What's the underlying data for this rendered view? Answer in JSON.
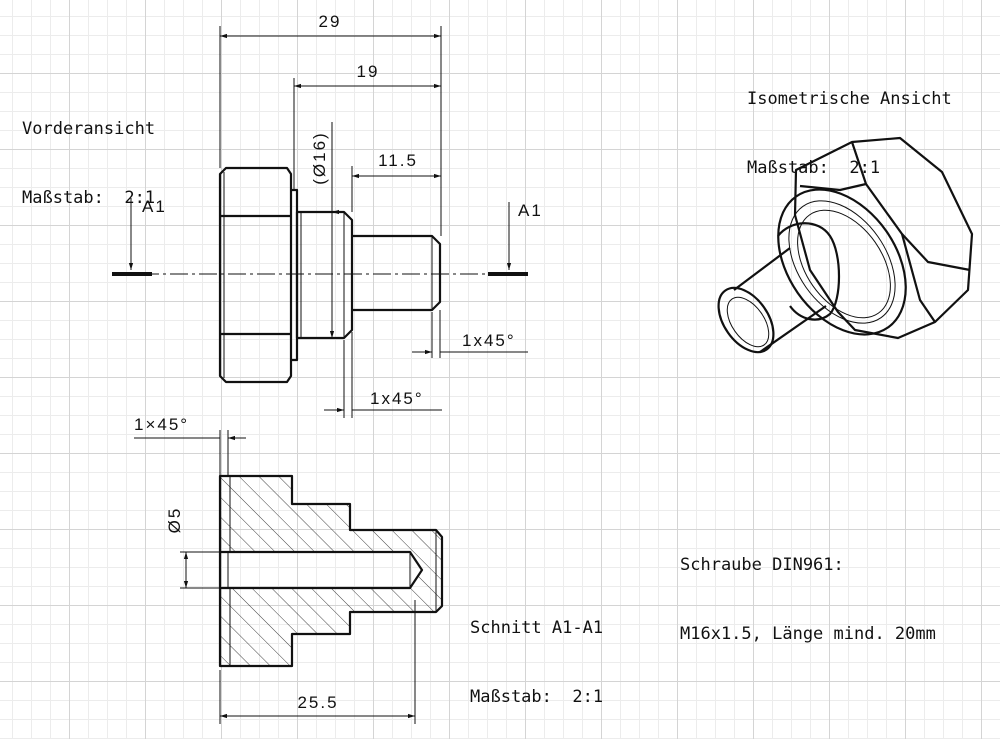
{
  "views": {
    "front": {
      "title": "Vorderansicht",
      "scale": "Maßstab:  2:1"
    },
    "iso": {
      "title": "Isometrische Ansicht",
      "scale": "Maßstab:  2:1"
    },
    "section": {
      "title": "Schnitt A1-A1",
      "scale": "Maßstab:  2:1"
    }
  },
  "note": {
    "line1": "Schraube DIN961:",
    "line2": "M16x1.5, Länge mind. 20mm"
  },
  "dimensions": {
    "total_length": "29",
    "shank_length": "19",
    "pin_length": "11.5",
    "collar_diameter": "(Ø16)",
    "chamfer_pin": "1x45°",
    "chamfer_collar": "1x45°",
    "chamfer_section": "1×45°",
    "bore_diameter": "Ø5",
    "section_length": "25.5"
  },
  "section_marks": {
    "left": "A1",
    "right": "A1"
  }
}
